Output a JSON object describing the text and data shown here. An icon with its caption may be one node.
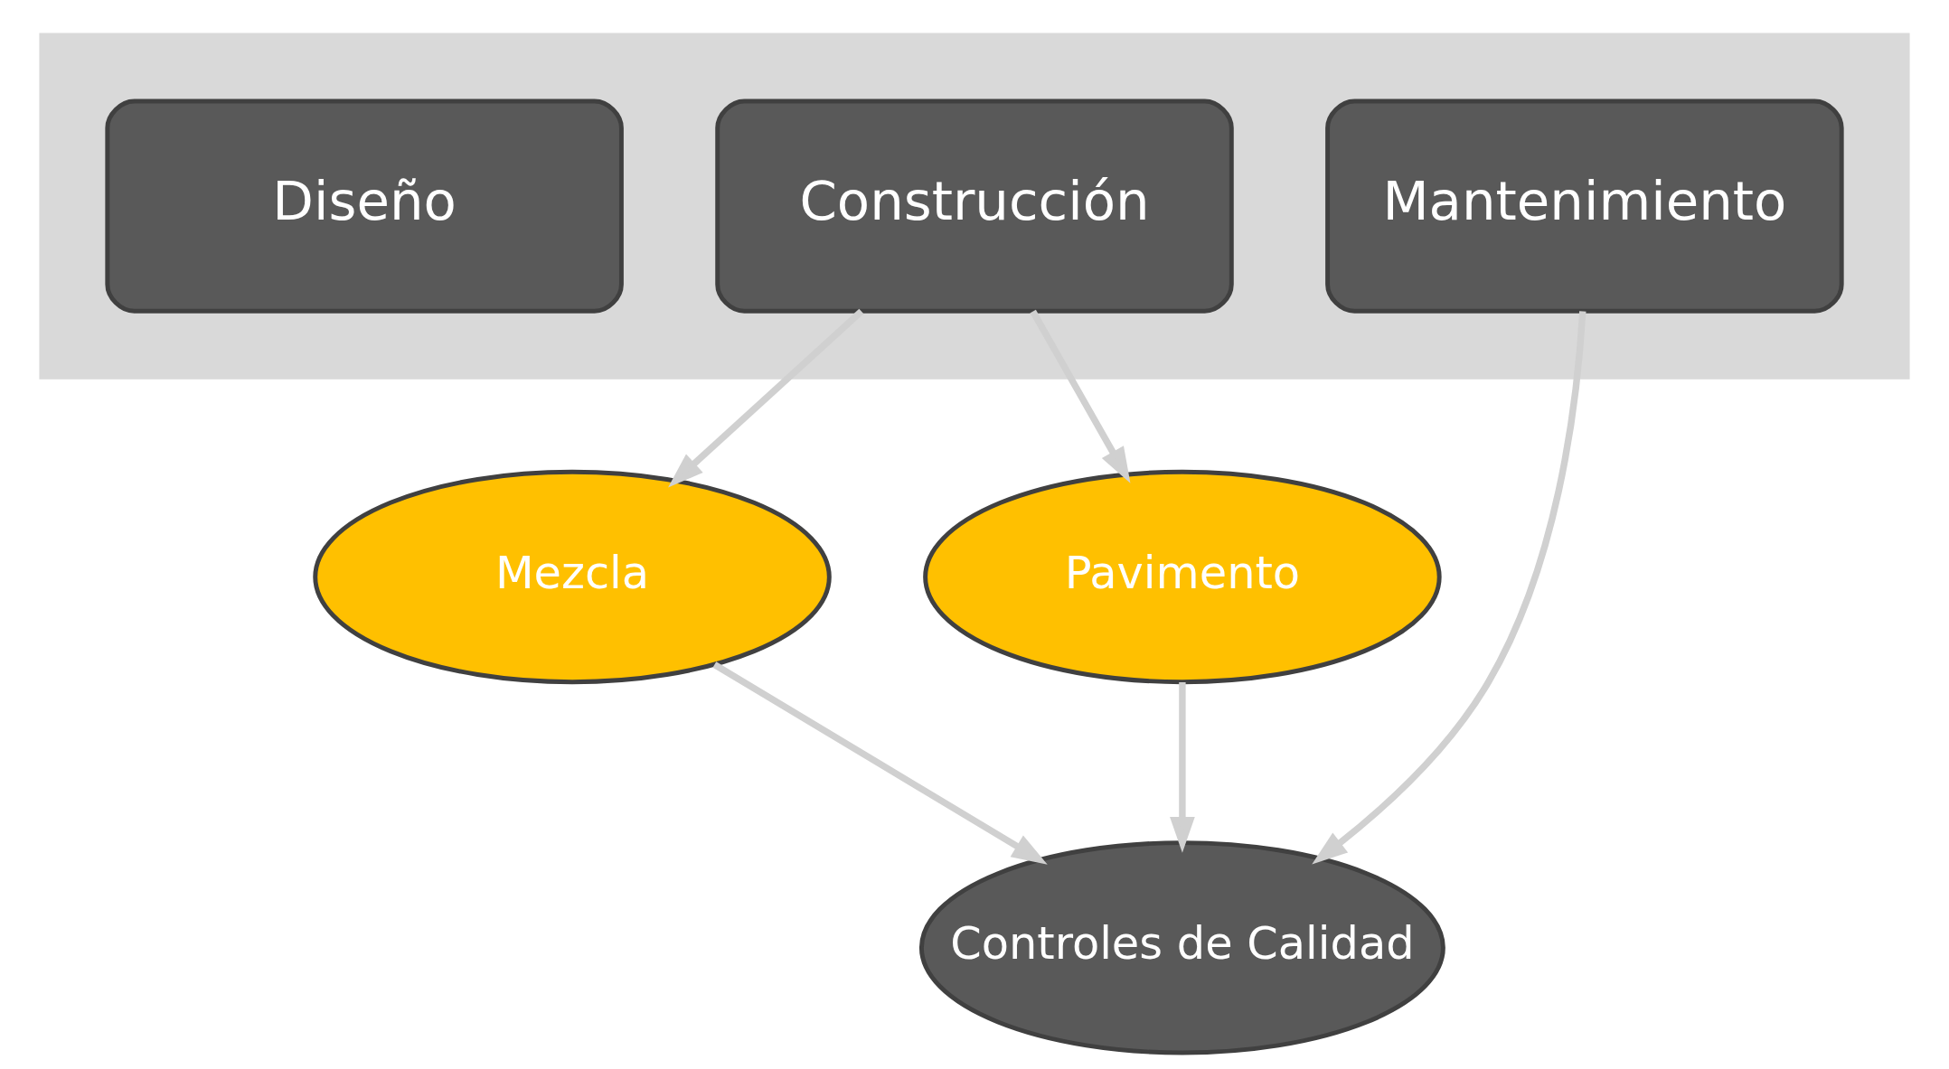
{
  "diagram": {
    "nodes": [
      {
        "text": [],
        "shape": "arrow"
      },
      {
        "text": [
          "Diseño"
        ],
        "in": 0
      },
      {
        "text": [
          "Construcción"
        ],
        "in": 0
      },
      {
        "text": [
          "Mantenimiento"
        ],
        "in": 0
      },
      {
        "text": [
          "Mezcla"
        ]
      },
      {
        "text": [
          "Pavimento"
        ]
      },
      {
        "text": [
          "Controles de Calidad"
        ]
      }
    ],
    "edges": [
      {
        "from": 2,
        "to": 4,
        "arrow": "to"
      },
      {
        "from": 2,
        "to": 5,
        "arrow": "to"
      },
      {
        "from": 4,
        "to": 6,
        "arrow": "to"
      },
      {
        "from": 5,
        "to": 6,
        "arrow": "to"
      },
      {
        "from": 3,
        "to": 6,
        "arrow": "to"
      }
    ]
  }
}
